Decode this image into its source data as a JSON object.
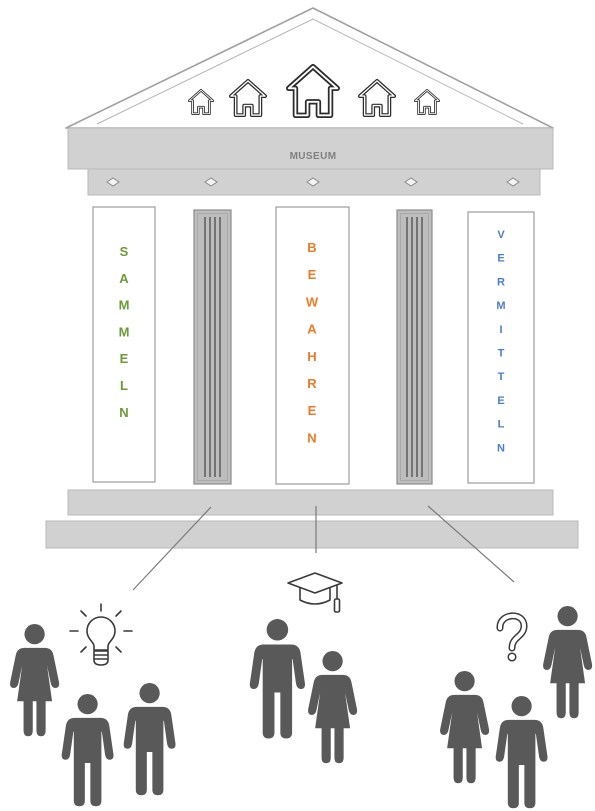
{
  "building": {
    "name": "MUSEUM",
    "roof_icons": [
      "house-icon",
      "house-icon",
      "house-icon",
      "house-icon",
      "house-icon"
    ],
    "pillars": [
      {
        "label": "SAMMELN",
        "color": "#6b9b35"
      },
      {
        "label": "BEWAHREN",
        "color": "#ed7b25"
      },
      {
        "label": "VERMITTELN",
        "color": "#4c7dcb"
      }
    ]
  },
  "audience_groups": [
    {
      "icon": "lightbulb-icon",
      "people": [
        "woman-icon",
        "man-icon",
        "man-icon"
      ]
    },
    {
      "icon": "graduation-cap-icon",
      "people": [
        "man-icon",
        "woman-icon"
      ]
    },
    {
      "icon": "question-mark-icon",
      "people": [
        "woman-icon",
        "man-icon",
        "woman-icon"
      ]
    }
  ],
  "colors": {
    "stone": "#d1d1d1",
    "people": "#595959",
    "label": "#808080"
  }
}
